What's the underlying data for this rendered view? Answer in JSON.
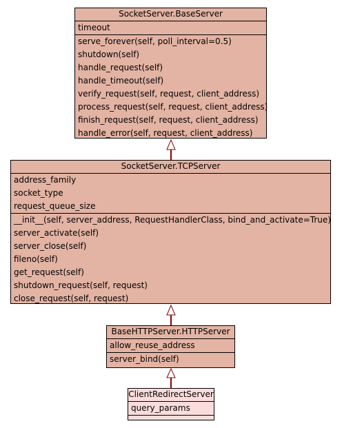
{
  "colors": {
    "class_fill": "#e3b3a3",
    "leaf_fill": "#fadcdc",
    "edge": "#8b0000"
  },
  "classes": {
    "base_server": {
      "name": "SocketServer.BaseServer",
      "attributes": [
        "timeout"
      ],
      "methods": [
        "serve_forever(self, poll_interval=0.5)",
        "shutdown(self)",
        "handle_request(self)",
        "handle_timeout(self)",
        "verify_request(self, request, client_address)",
        "process_request(self, request, client_address)",
        "finish_request(self, request, client_address)",
        "handle_error(self, request, client_address)"
      ]
    },
    "tcp_server": {
      "name": "SocketServer.TCPServer",
      "attributes": [
        "address_family",
        "socket_type",
        "request_queue_size"
      ],
      "methods": [
        "__init__(self, server_address, RequestHandlerClass, bind_and_activate=True)",
        "server_activate(self)",
        "server_close(self)",
        "fileno(self)",
        "get_request(self)",
        "shutdown_request(self, request)",
        "close_request(self, request)"
      ]
    },
    "http_server": {
      "name": "BaseHTTPServer.HTTPServer",
      "attributes": [
        "allow_reuse_address"
      ],
      "methods": [
        "server_bind(self)"
      ]
    },
    "redirect_server": {
      "name": "ClientRedirectServer",
      "attributes": [
        "query_params"
      ],
      "methods": []
    }
  },
  "inheritance": [
    {
      "child": "SocketServer.TCPServer",
      "parent": "SocketServer.BaseServer"
    },
    {
      "child": "BaseHTTPServer.HTTPServer",
      "parent": "SocketServer.TCPServer"
    },
    {
      "child": "ClientRedirectServer",
      "parent": "BaseHTTPServer.HTTPServer"
    }
  ]
}
